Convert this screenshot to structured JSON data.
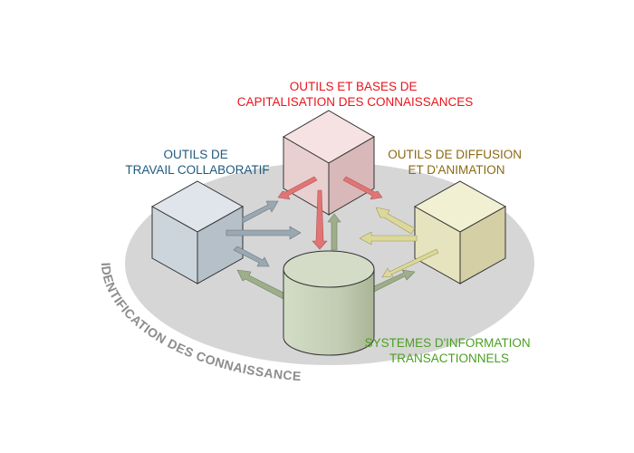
{
  "colors": {
    "red": "#e8141c",
    "blue": "#1f5a7e",
    "olive": "#8a6a12",
    "green": "#4aa020",
    "gray_text": "#8c8c8c",
    "ellipse": "#d6d6d6"
  },
  "nodes": {
    "capitalisation": {
      "line1": "OUTILS ET BASES DE",
      "line2": "CAPITALISATION DES CONNAISSANCES"
    },
    "collaboratif": {
      "line1": "OUTILS DE",
      "line2": "TRAVAIL COLLABORATIF"
    },
    "diffusion": {
      "line1": "OUTILS DE DIFFUSION",
      "line2": "ET D'ANIMATION"
    },
    "systemes": {
      "line1": "SYSTEMES D'INFORMATION",
      "line2": "TRANSACTIONNELS"
    }
  },
  "base_label": "IDENTIFICATION DES CONNAISSANCES"
}
